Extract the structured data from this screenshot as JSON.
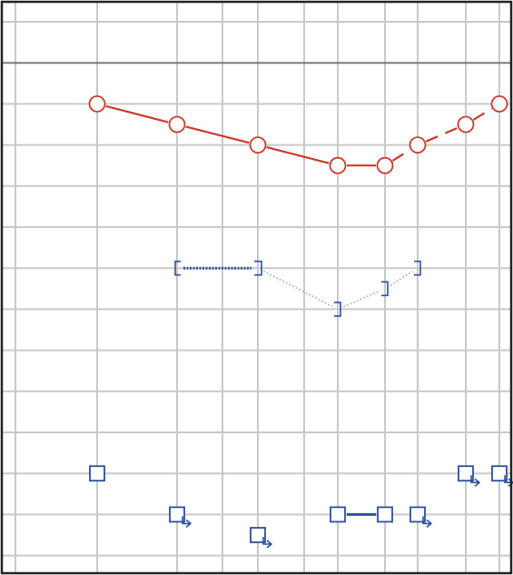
{
  "chart_data": {
    "type": "line",
    "title": "",
    "xlabel": "",
    "ylabel": "",
    "grid": true,
    "x_grid_columns": [
      0.125,
      0.25,
      0.5,
      1,
      1.5,
      2,
      3,
      4,
      6,
      8
    ],
    "y_grid_rows": [
      -10,
      0,
      10,
      20,
      30,
      40,
      50,
      60,
      70,
      80,
      90,
      100,
      110,
      120
    ],
    "reference_line_at": 0,
    "colors": {
      "red": "#cc3a2b",
      "blue": "#2b4f9e",
      "grid": "#c9c9c9",
      "reference": "#7a7a7a",
      "frame": "#222222"
    },
    "series": [
      {
        "symbol": "circle",
        "color": "#cc3a2b",
        "points": [
          {
            "x": 0.25,
            "y": 10,
            "link": "solid"
          },
          {
            "x": 0.5,
            "y": 15,
            "link": "solid"
          },
          {
            "x": 1,
            "y": 20,
            "link": "solid"
          },
          {
            "x": 2,
            "y": 25,
            "link": "solid"
          },
          {
            "x": 3,
            "y": 25,
            "link": "dashed"
          },
          {
            "x": 4,
            "y": 20,
            "link": "dashed"
          },
          {
            "x": 6,
            "y": 15,
            "link": "dashed"
          },
          {
            "x": 8,
            "y": 10,
            "link": null
          }
        ]
      },
      {
        "symbol": "bracket",
        "color": "#2b4f9e",
        "points": [
          {
            "x": 0.5,
            "y": 50,
            "link": "dotted-bold"
          },
          {
            "x": 1,
            "y": 50,
            "link": "dotted"
          },
          {
            "x": 2,
            "y": 60,
            "link": "dotted"
          },
          {
            "x": 3,
            "y": 55,
            "link": "dotted"
          },
          {
            "x": 4,
            "y": 50,
            "link": null
          }
        ]
      },
      {
        "symbol": "square",
        "color": "#2b4f9e",
        "points": [
          {
            "x": 0.25,
            "y": 100,
            "arrow": false,
            "link": null
          },
          {
            "x": 0.5,
            "y": 110,
            "arrow": true,
            "link": null
          },
          {
            "x": 1,
            "y": 115,
            "arrow": true,
            "link": null
          },
          {
            "x": 2,
            "y": 110,
            "arrow": false,
            "link": "solid"
          },
          {
            "x": 3,
            "y": 110,
            "arrow": false,
            "link": null
          },
          {
            "x": 4,
            "y": 110,
            "arrow": true,
            "link": null
          },
          {
            "x": 6,
            "y": 100,
            "arrow": true,
            "link": null
          },
          {
            "x": 8,
            "y": 100,
            "arrow": true,
            "link": null
          }
        ]
      }
    ]
  }
}
